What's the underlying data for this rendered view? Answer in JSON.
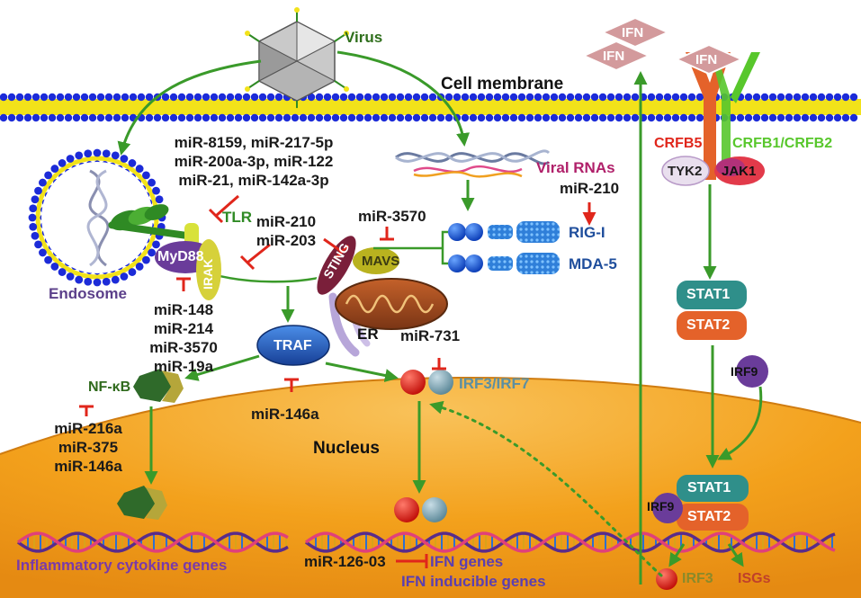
{
  "labels": {
    "virus": "Virus",
    "cell_membrane": "Cell membrane",
    "endosome": "Endosome",
    "nucleus": "Nucleus",
    "er": "ER",
    "viral_rnas": "Viral RNAs",
    "tlr": "TLR",
    "myd88": "MyD88",
    "irak": "IRAK",
    "sting": "STING",
    "mavs": "MAVS",
    "rig_i": "RIG-I",
    "mda5": "MDA-5",
    "traf": "TRAF",
    "nfkb": "NF-κB",
    "irf3_irf7": "IRF3/IRF7",
    "ifn_1": "IFN",
    "ifn_2": "IFN",
    "ifn_3": "IFN",
    "crfb5": "CRFB5",
    "crfb1_crfb2": "CRFB1/CRFB2",
    "tyk2": "TYK2",
    "jak1": "JAK1",
    "stat1_a": "STAT1",
    "stat2_a": "STAT2",
    "irf9_a": "IRF9",
    "stat1_b": "STAT1",
    "stat2_b": "STAT2",
    "irf9_b": "IRF9",
    "irf3": "IRF3",
    "isgs": "ISGs",
    "inflammatory_genes": "Inflammatory cytokine genes",
    "ifn_genes": "IFN genes",
    "ifn_inducible_genes": "IFN inducible genes"
  },
  "mirnas": {
    "tlr_group": [
      "miR-8159, miR-217-5p",
      "miR-200a-3p, miR-122",
      "miR-21, miR-142a-3p"
    ],
    "irak_group": [
      "miR-210",
      "miR-203"
    ],
    "mavs": "miR-3570",
    "rigi": "miR-210",
    "myd88_group": [
      "miR-148",
      "miR-214",
      "miR-3570",
      "miR-19a"
    ],
    "nfkb_group": [
      "miR-216a",
      "miR-375",
      "miR-146a"
    ],
    "traf": "miR-146a",
    "irf": "miR-731",
    "ifn_genes": "miR-126-03"
  },
  "colors": {
    "arrow_green": "#3a9a2a",
    "inhibit_red": "#e0261b",
    "membrane_blue": "#1c2bd8",
    "membrane_yellow": "#f2e21a",
    "nucleus_orange": "#f3a11c",
    "traf_blue": "#1f5fbf",
    "myd88_purple": "#6a3c9a",
    "ifn_pink": "#d39a9c",
    "stat_teal": "#2f8f8a",
    "stat_orange": "#e4622a"
  }
}
